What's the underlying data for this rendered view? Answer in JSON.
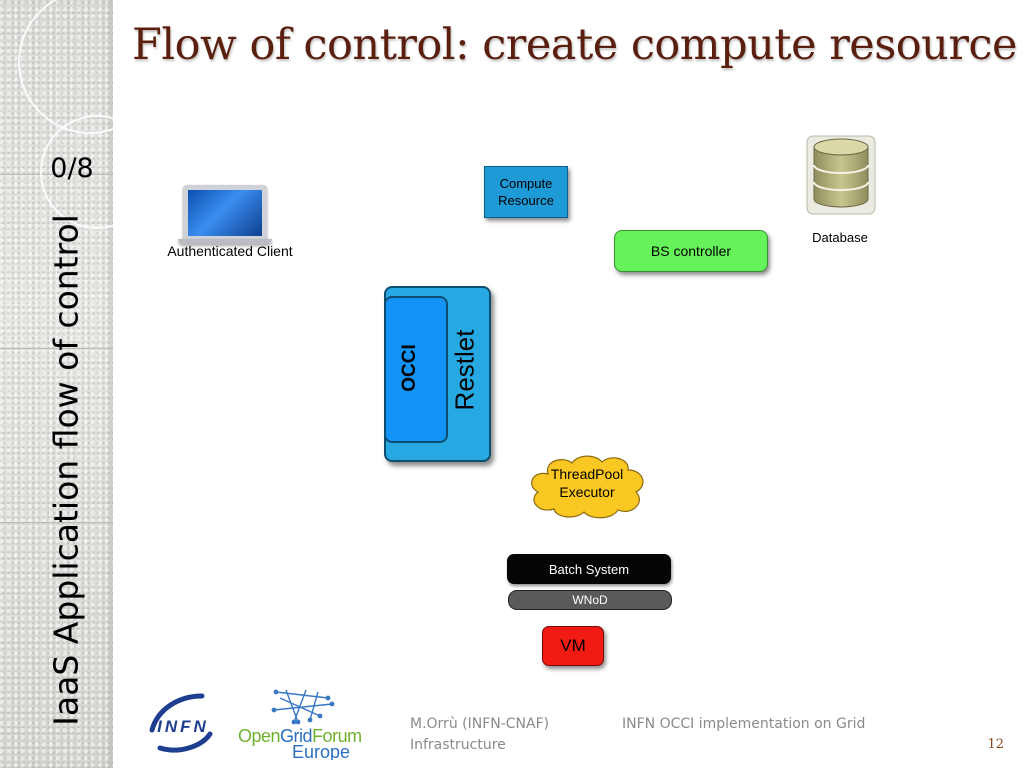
{
  "slide": {
    "title": "Flow of control: create compute resource",
    "counter": "0/8",
    "section_title": "IaaS Application flow of control",
    "page_number": "12"
  },
  "diagram": {
    "client_label": "Authenticated Client",
    "compute_resource": [
      "Compute",
      "Resource"
    ],
    "database_label": "Database",
    "bs_controller": "BS controller",
    "occi": "OCCI",
    "restlet": "Restlet",
    "threadpool": [
      "ThreadPool",
      "Executor"
    ],
    "batch_system": "Batch System",
    "wnod": "WNoD",
    "vm": "VM"
  },
  "footer": {
    "author": "M.Orrù (INFN-CNAF)",
    "talk_title_line1": "INFN OCCI implementation on Grid",
    "talk_title_line2": "Infrastructure",
    "logos": {
      "infn": "INFN",
      "ogf_open": "Open",
      "ogf_grid": "Grid",
      "ogf_forum": "Forum",
      "ogf_europe": "Europe"
    }
  },
  "colors": {
    "title": "#5a1f0f",
    "compute_resource": "#1e9ad6",
    "bs_controller": "#66f25a",
    "restlet": "#26a9e3",
    "occi": "#1493f7",
    "threadpool": "#fbc722",
    "batch_system": "#050505",
    "wnod": "#5a5a5a",
    "vm": "#f21b14",
    "database": "#b9b784"
  }
}
